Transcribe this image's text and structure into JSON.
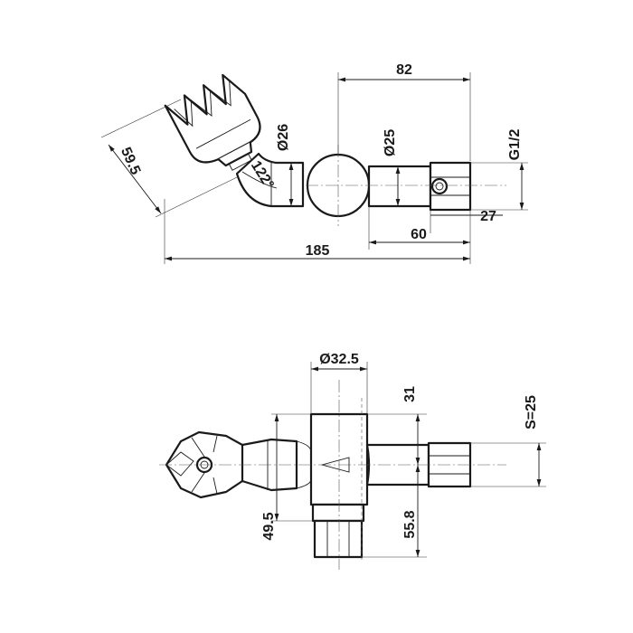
{
  "dimensions": {
    "top_length_82": "82",
    "dia_26": "Ø26",
    "dia_25": "Ø25",
    "thread_g12": "G1/2",
    "arm_59_5": "59.5",
    "angle_122": "122°",
    "len_27": "27",
    "len_60": "60",
    "overall_185": "185",
    "dia_32_5": "Ø32.5",
    "len_31": "31",
    "wrench_s25": "S=25",
    "len_49_5": "49.5",
    "len_55_8": "55.8"
  },
  "colors": {
    "line": "#1a1a1a",
    "background": "#ffffff"
  }
}
